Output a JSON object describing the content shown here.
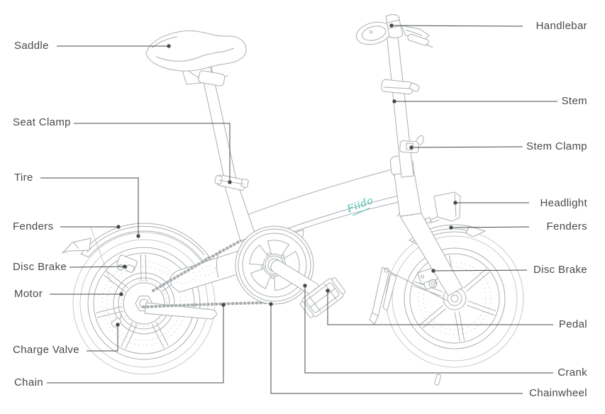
{
  "logo_text": "Fiido",
  "labels": {
    "saddle": "Saddle",
    "seat_clamp": "Seat Clamp",
    "tire": "Tire",
    "fenders_left": "Fenders",
    "disc_brake_left": "Disc Brake",
    "motor": "Motor",
    "charge_valve": "Charge Valve",
    "chain": "Chain",
    "handlebar": "Handlebar",
    "stem": "Stem",
    "stem_clamp": "Stem Clamp",
    "headlight": "Headlight",
    "fenders_right": "Fenders",
    "disc_brake_right": "Disc Brake",
    "pedal": "Pedal",
    "crank": "Crank",
    "chainwheel": "Chainwheel"
  },
  "colors": {
    "background": "#ffffff",
    "line_art": "#a9aeb1",
    "line_art_faint": "#c6cacc",
    "label_text": "#46494c",
    "logo_teal": "#4cc3b3"
  }
}
